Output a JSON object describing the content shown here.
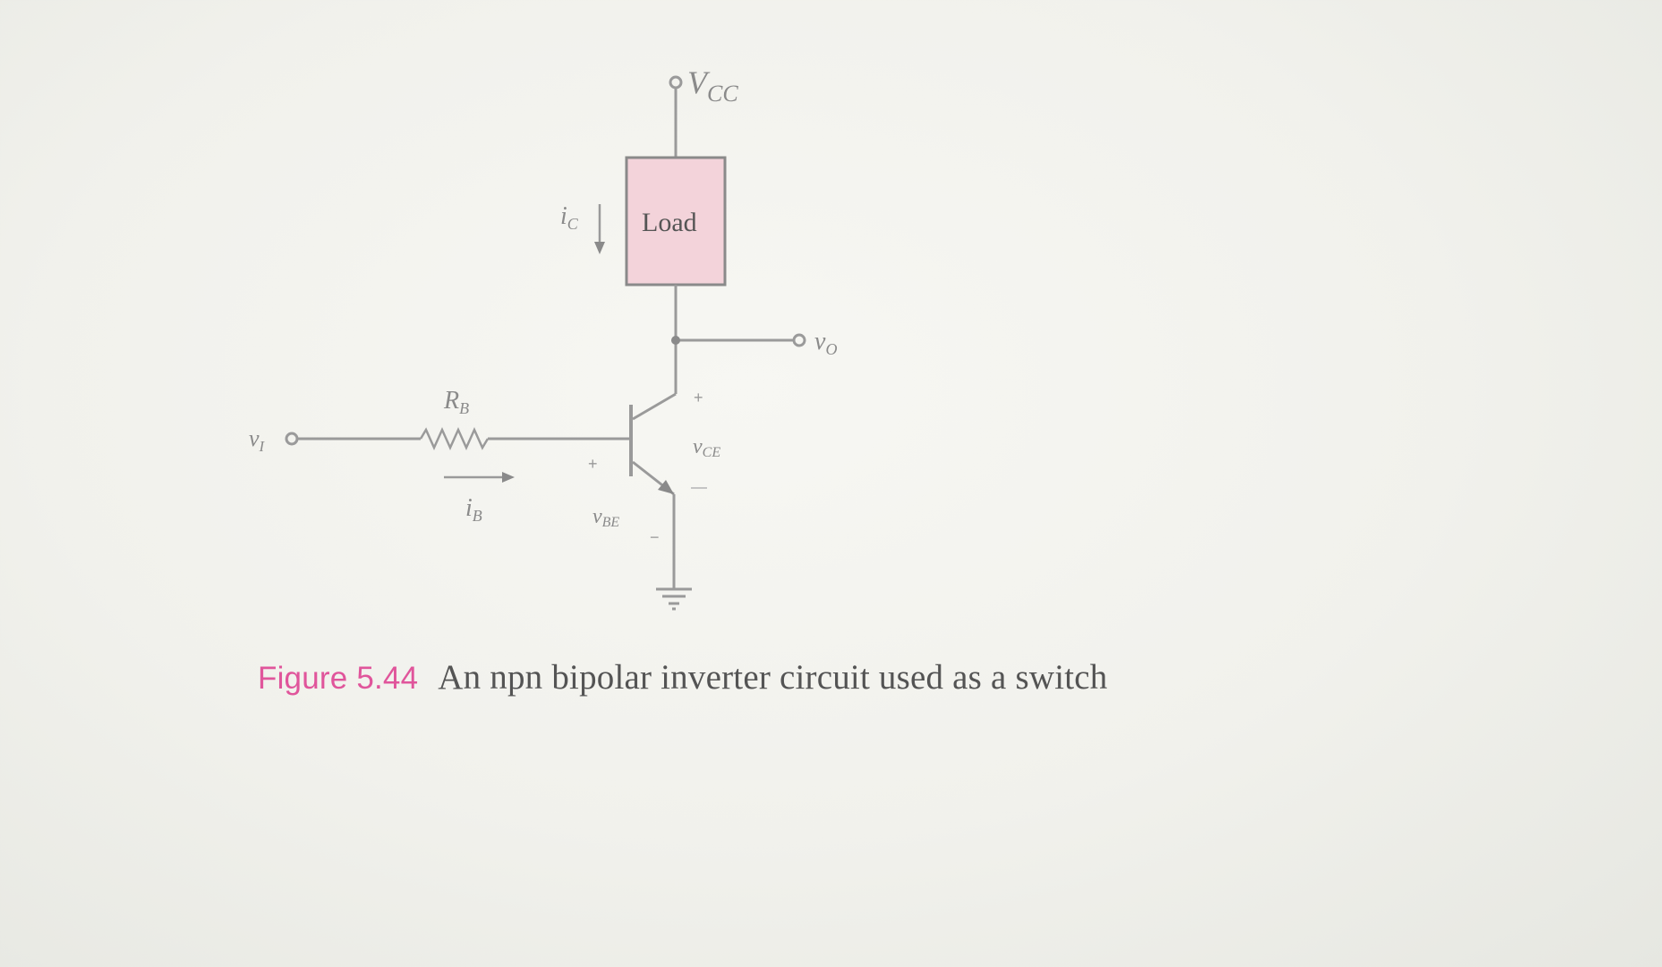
{
  "diagram": {
    "supply_label": {
      "main": "V",
      "sub": "CC"
    },
    "load_label": "Load",
    "collector_current": {
      "main": "i",
      "sub": "C"
    },
    "output_label": {
      "main": "v",
      "sub": "O"
    },
    "input_label": {
      "main": "v",
      "sub": "I"
    },
    "base_resistor": {
      "main": "R",
      "sub": "B"
    },
    "base_current": {
      "main": "i",
      "sub": "B"
    },
    "vbe_label": {
      "main": "v",
      "sub": "BE"
    },
    "vce_label": {
      "main": "v",
      "sub": "CE"
    },
    "plus_sign": "+",
    "minus_sign": "−",
    "colors": {
      "load_fill": "#f3d3da",
      "load_stroke": "#8a8a8a",
      "wire": "#9a9a9a",
      "figure_number": "#e0559b",
      "caption_text": "#545454"
    }
  },
  "caption": {
    "figure_number": "Figure 5.44",
    "text": "An npn bipolar inverter circuit used as a switch"
  }
}
